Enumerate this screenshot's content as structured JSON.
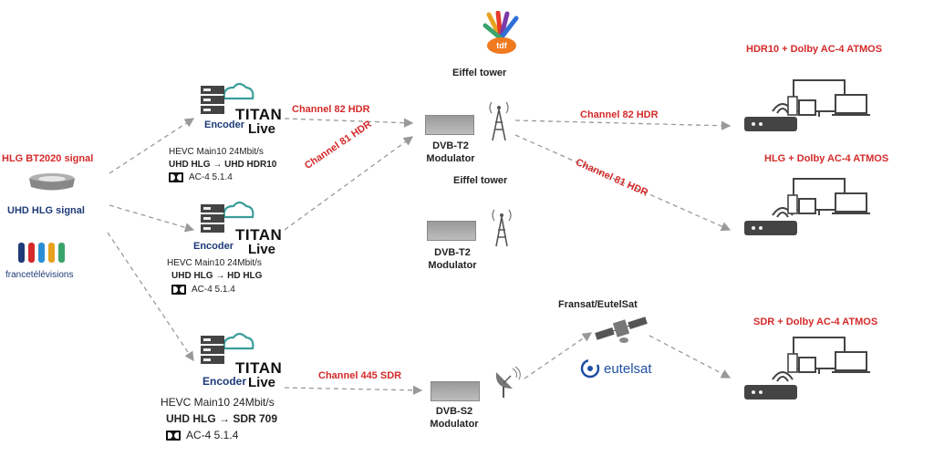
{
  "source": {
    "signal_red": "HLG BT2020 signal",
    "signal_blue": "UHD HLG signal",
    "broadcaster_logo_text": "francetélévisions"
  },
  "encoders": [
    {
      "label": "Encoder",
      "brand_top": "TITAN",
      "brand_bottom": "Live",
      "codec": "HEVC Main10 24Mbit/s",
      "conversion": "UHD HLG → UHD HDR10",
      "audio": "AC-4 5.1.4"
    },
    {
      "label": "Encoder",
      "brand_top": "TITAN",
      "brand_bottom": "Live",
      "codec": "HEVC Main10 24Mbit/s",
      "conversion": "UHD HLG → HD HLG",
      "audio": "AC-4 5.1.4"
    },
    {
      "label": "Encoder",
      "brand_top": "TITAN",
      "brand_bottom": "Live",
      "codec": "HEVC Main10 24Mbit/s",
      "conversion": "UHD HLG → SDR 709",
      "audio": "AC-4 5.1.4"
    }
  ],
  "channels": {
    "ch82_in": "Channel 82 HDR",
    "ch81_in": "Channel 81 HDR",
    "ch445": "Channel 445 SDR",
    "ch82_out": "Channel 82 HDR",
    "ch81_out": "Channel 81 HDR"
  },
  "modulators": [
    {
      "line1": "DVB-T2",
      "line2": "Modulator"
    },
    {
      "line1": "DVB-T2",
      "line2": "Modulator"
    },
    {
      "line1": "DVB-S2",
      "line2": "Modulator"
    }
  ],
  "sites": {
    "eiffel1": "Eiffel tower",
    "eiffel2": "Eiffel tower",
    "satellite": "Fransat/EutelSat",
    "eutelsat_logo": "eutelsat",
    "tdf_logo": "tdf"
  },
  "outputs": [
    "HDR10 + Dolby AC-4 ATMOS",
    "HLG + Dolby AC-4 ATMOS",
    "SDR + Dolby AC-4 ATMOS"
  ],
  "colors": {
    "accent_red": "#d42a2a",
    "teal": "#3a9d9a",
    "navy": "#1e3a78",
    "eutelsat_blue": "#1f4fa3"
  }
}
